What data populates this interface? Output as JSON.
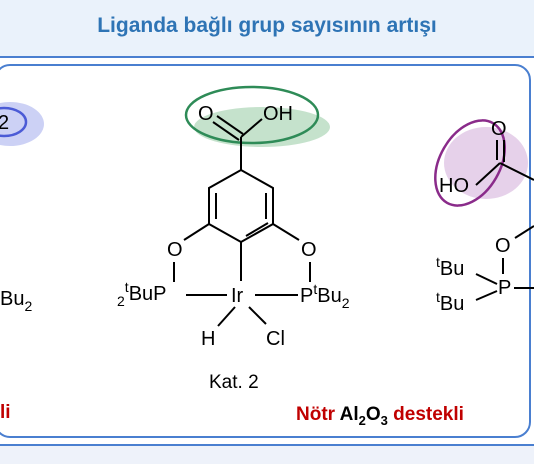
{
  "header": {
    "title": "Liganda bağlı grup sayısının artışı"
  },
  "left_fragment": {
    "group_fragment": "2",
    "ligand_fragment": "Bu",
    "ligand_subscript": "2",
    "support_fragment": "li"
  },
  "center_catalyst": {
    "carbonyl_o": "O",
    "hydroxyl": "OH",
    "ether_o_left": "O",
    "ether_o_right": "O",
    "left_phosphine_prefix_sub": "2",
    "left_phosphine_sup": "t",
    "left_phosphine": "BuP",
    "metal": "Ir",
    "right_phosphine_p": "P",
    "right_phosphine_sup": "t",
    "right_phosphine_bu": "Bu",
    "right_phosphine_sub": "2",
    "hydride": "H",
    "chloride": "Cl",
    "label": "Kat. 2"
  },
  "right_catalyst": {
    "carbonyl_o": "O",
    "hydroxyl": "HO",
    "ether_o": "O",
    "tbu1_sup": "t",
    "tbu1": "Bu",
    "tbu2_sup": "t",
    "tbu2": "Bu",
    "phosphorus": "P",
    "support_word1": "Nötr",
    "support_oxide": "Al",
    "support_sub1": "2",
    "support_o": "O",
    "support_sub2": "3",
    "support_word2": "destekli"
  },
  "colors": {
    "title_text": "#2e74b5",
    "frame": "#4a7fd0",
    "highlight_blue": "#4b5bd6",
    "highlight_green": "#2e8b57",
    "highlight_purple": "#8a2b8a",
    "support_red": "#c00000"
  }
}
